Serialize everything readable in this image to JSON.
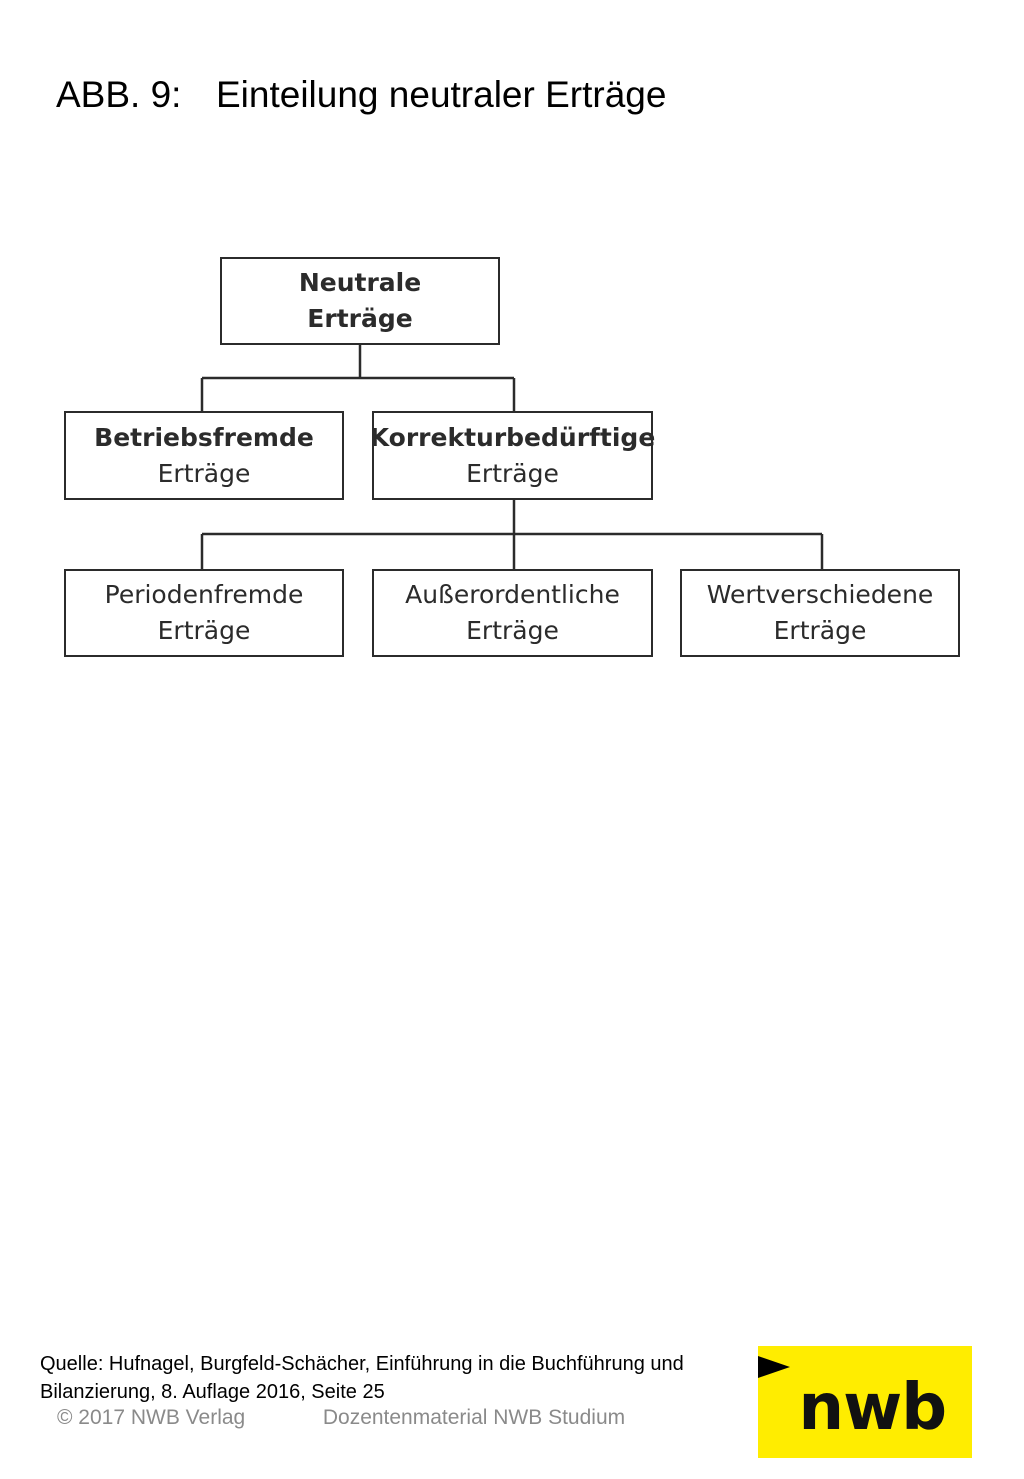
{
  "title": {
    "number": "ABB. 9:",
    "text": "Einteilung neutraler Erträge"
  },
  "diagram": {
    "root": {
      "line1": "Neutrale",
      "line2": "Erträge"
    },
    "level2": [
      {
        "line1": "Betriebsfremde",
        "line2": "Erträge"
      },
      {
        "line1": "Korrekturbedürftige",
        "line2": "Erträge"
      }
    ],
    "level3": [
      {
        "line1": "Periodenfremde",
        "line2": "Erträge"
      },
      {
        "line1": "Außerordentliche",
        "line2": "Erträge"
      },
      {
        "line1": "Wertverschiedene",
        "line2": "Erträge"
      }
    ]
  },
  "source": {
    "line1": "Quelle: Hufnagel, Burgfeld-Schächer, Einführung in die Buchführung und",
    "line2": "Bilanzierung, 8. Auflage 2016, Seite 25"
  },
  "footer": {
    "copyright": "© 2017 NWB Verlag",
    "material": "Dozentenmaterial NWB Studium"
  },
  "logo": {
    "text": "nwb",
    "background": "#ffed00"
  }
}
